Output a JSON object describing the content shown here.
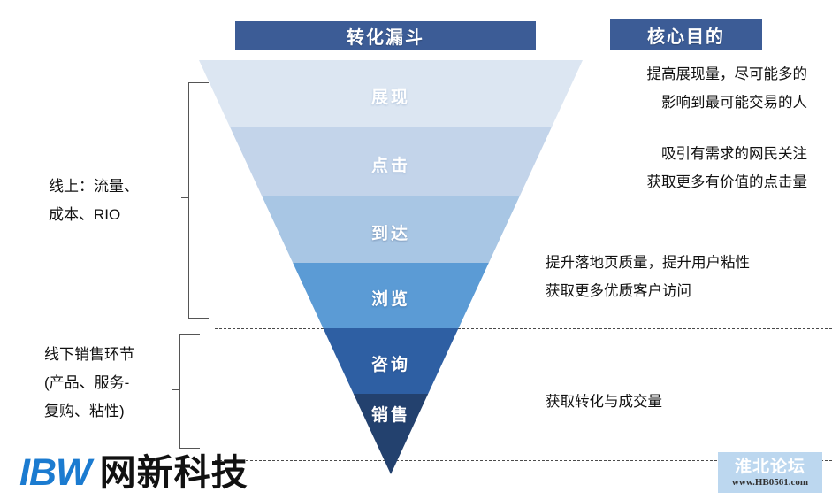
{
  "headers": {
    "funnel_title": "转化漏斗",
    "goal_title": "核心目的"
  },
  "funnel": {
    "stages": [
      {
        "label": "展现",
        "color": "#dce6f2"
      },
      {
        "label": "点击",
        "color": "#c3d4ea"
      },
      {
        "label": "到达",
        "color": "#a8c6e4"
      },
      {
        "label": "浏览",
        "color": "#5b9bd5"
      },
      {
        "label": "咨询",
        "color": "#2e5fa3"
      },
      {
        "label": "销售",
        "color": "#23416e"
      }
    ]
  },
  "left_groups": [
    {
      "lines": [
        "线上：流量、",
        "成本、RIO"
      ]
    },
    {
      "lines": [
        "线下销售环节",
        "(产品、服务-",
        "复购、粘性)"
      ]
    }
  ],
  "goals": [
    {
      "lines": [
        "提高展现量，尽可能多的",
        "影响到最可能交易的人"
      ]
    },
    {
      "lines": [
        "吸引有需求的网民关注",
        "获取更多有价值的点击量"
      ]
    },
    {
      "lines": [
        "提升落地页质量，提升用户粘性",
        "获取更多优质客户访问"
      ]
    },
    {
      "lines": [
        "获取转化与成交量"
      ]
    }
  ],
  "logo": {
    "mark": "IBW",
    "name": "网新科技"
  },
  "watermark": {
    "title": "淮北论坛",
    "url": "www.HB0561.com"
  },
  "colors": {
    "banner": "#3c5c96",
    "logo_mark": "#1b7bd0",
    "watermark_bg": "#bcd7ef"
  }
}
